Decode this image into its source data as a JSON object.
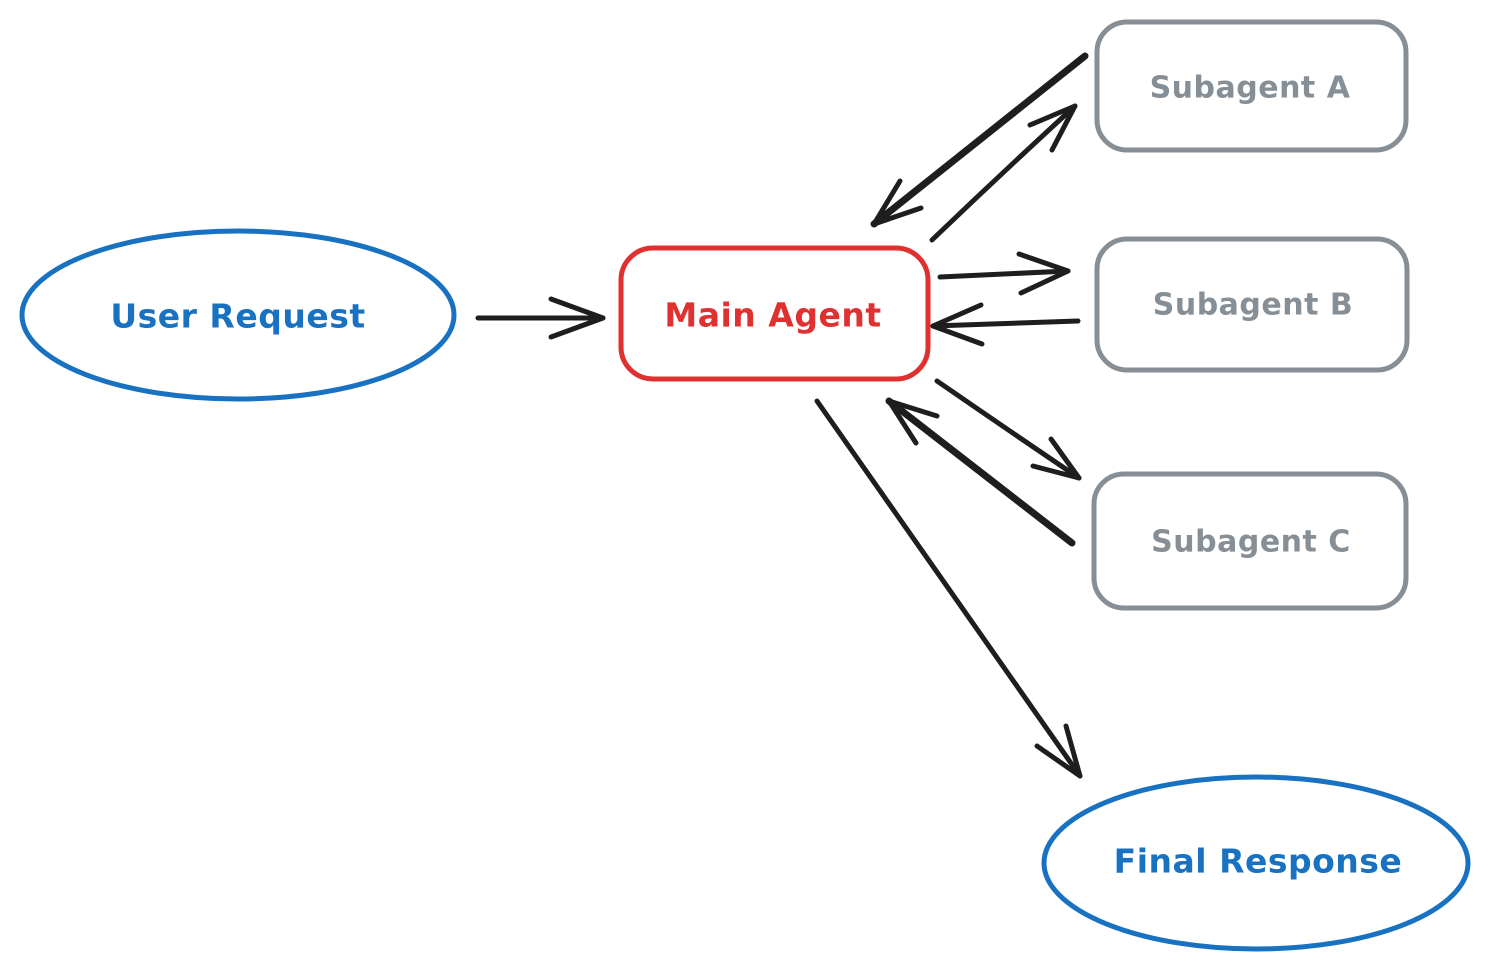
{
  "colors": {
    "background": "#ffffff",
    "arrow": "#1e1e1e",
    "blue": "#1971c2",
    "red": "#e03131",
    "gray": "#868e96"
  },
  "nodes": {
    "user_request": {
      "label": "User Request",
      "shape": "ellipse",
      "color": "#1971c2"
    },
    "main_agent": {
      "label": "Main Agent",
      "shape": "rounded-rectangle",
      "color": "#e03131"
    },
    "subagent_a": {
      "label": "Subagent A",
      "shape": "rounded-rectangle",
      "color": "#868e96"
    },
    "subagent_b": {
      "label": "Subagent B",
      "shape": "rounded-rectangle",
      "color": "#868e96"
    },
    "subagent_c": {
      "label": "Subagent C",
      "shape": "rounded-rectangle",
      "color": "#868e96"
    },
    "final_response": {
      "label": "Final Response",
      "shape": "ellipse",
      "color": "#1971c2"
    }
  },
  "edges": [
    {
      "from": "User Request",
      "to": "Main Agent",
      "type": "one-way"
    },
    {
      "from": "Main Agent",
      "to": "Subagent A",
      "type": "two-way"
    },
    {
      "from": "Main Agent",
      "to": "Subagent B",
      "type": "two-way"
    },
    {
      "from": "Main Agent",
      "to": "Subagent C",
      "type": "two-way"
    },
    {
      "from": "Main Agent",
      "to": "Final Response",
      "type": "one-way"
    }
  ]
}
